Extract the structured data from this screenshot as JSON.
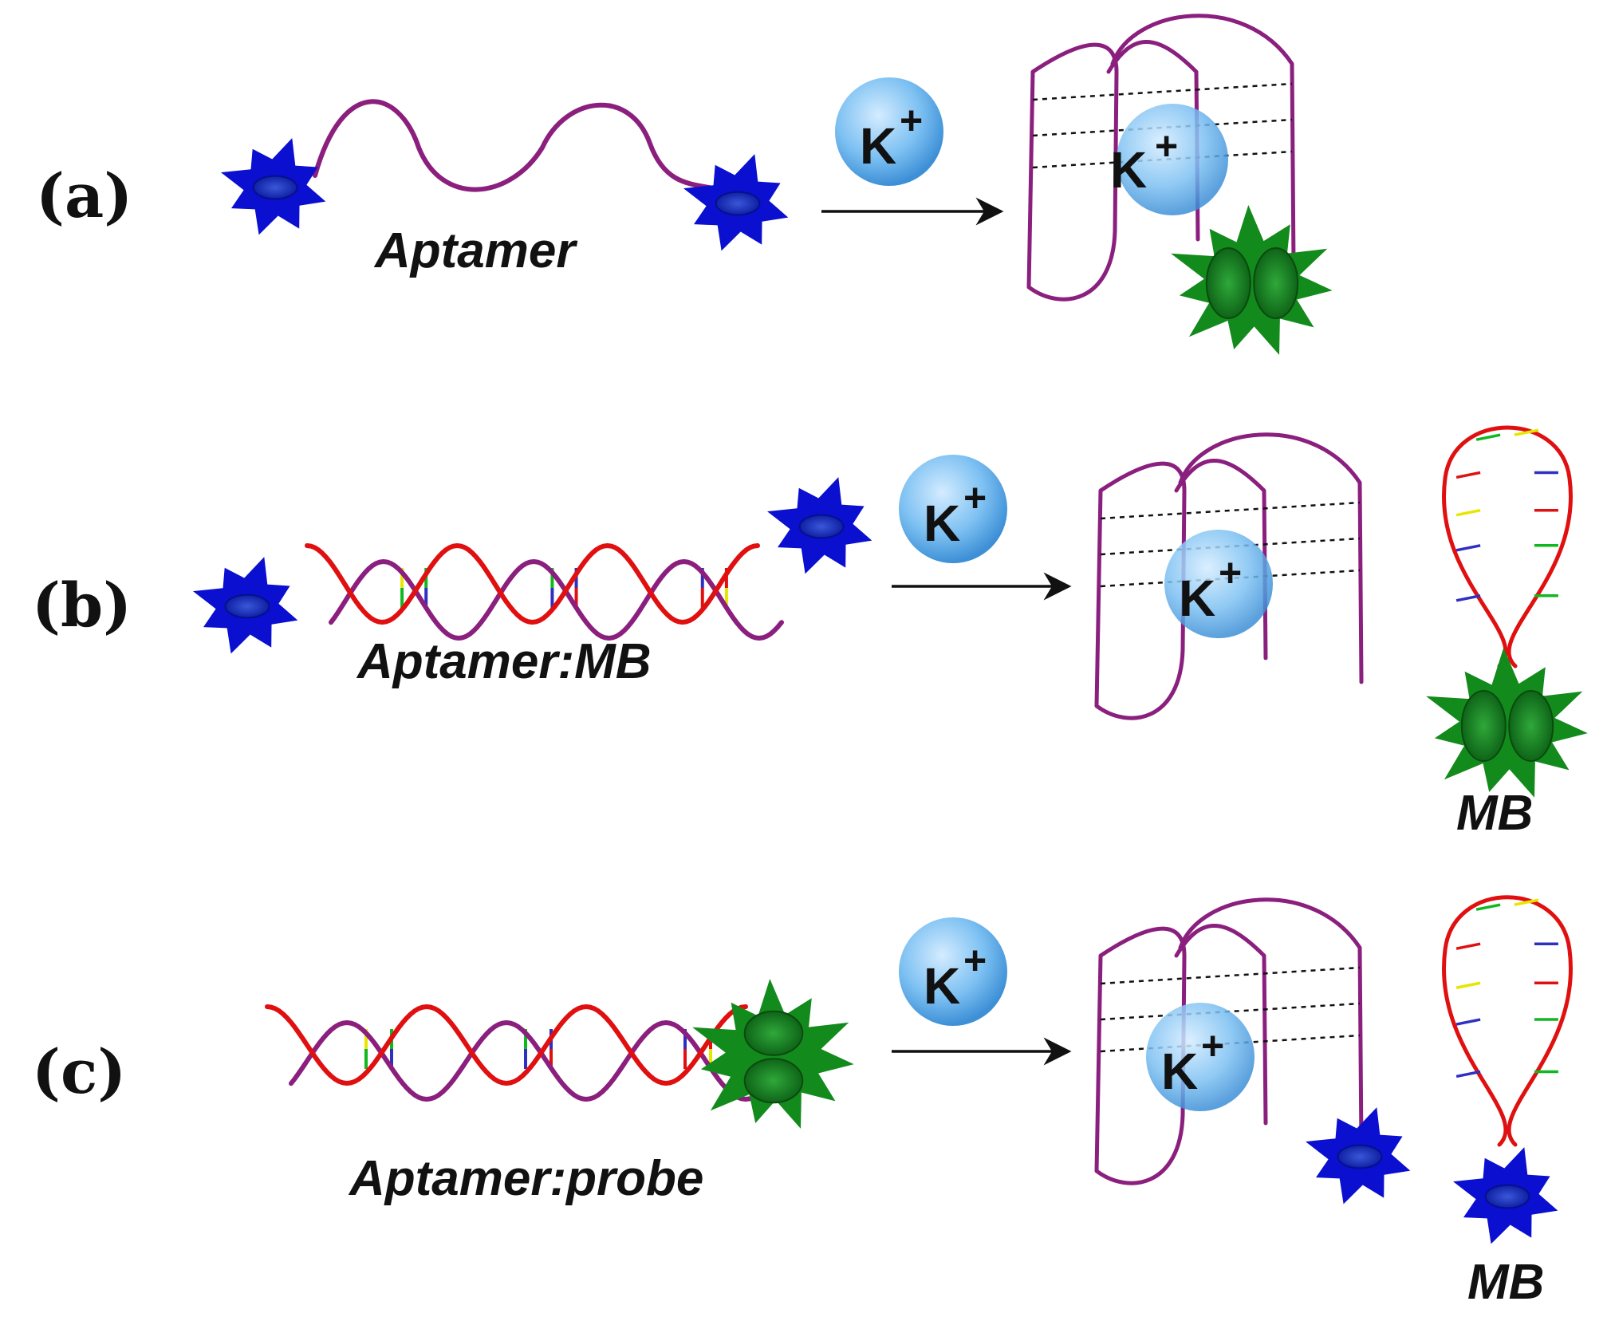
{
  "panels": [
    {
      "letter": "(a)",
      "label": "Aptamer",
      "ion": "K",
      "ion_charge": "+"
    },
    {
      "letter": "(b)",
      "label": "Aptamer:MB",
      "ion": "K",
      "ion_charge": "+",
      "product_label": "MB"
    },
    {
      "letter": "(c)",
      "label": "Aptamer:probe",
      "ion": "K",
      "ion_charge": "+",
      "product_label": "MB"
    }
  ],
  "colors": {
    "aptamer_strand": "#8b1f7e",
    "mb_strand": "#e01010",
    "fluorophore_blue": "#0a0fd0",
    "quencher_green": "#138a1c",
    "potassium_ion": "#5aa9e6",
    "base_pair_colors": [
      "#e6e600",
      "#10b820",
      "#3030c0",
      "#e01010"
    ]
  }
}
